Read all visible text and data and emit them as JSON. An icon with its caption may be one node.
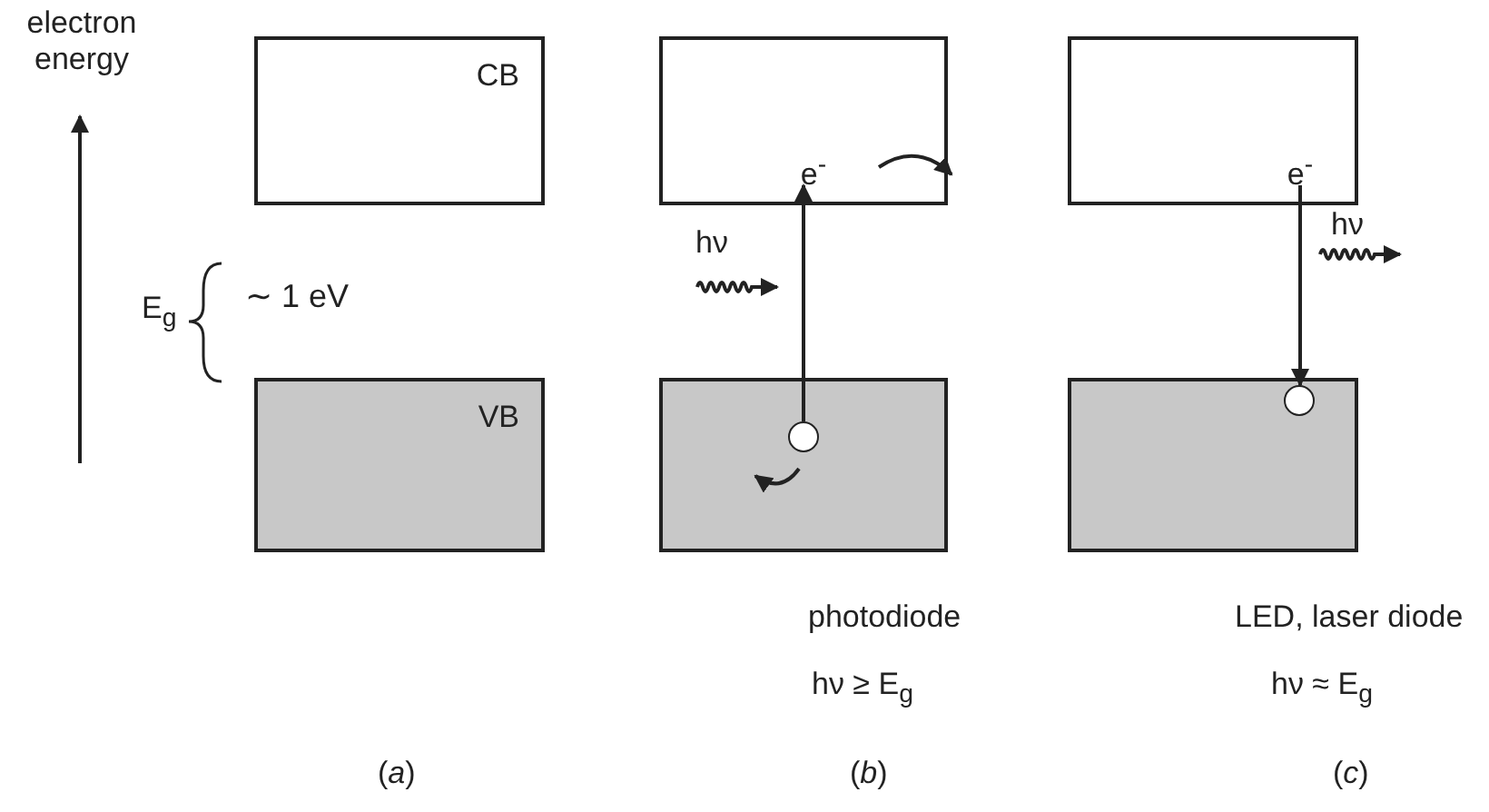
{
  "diagram": {
    "nodes": [
      {
        "text": [
          "CB"
        ]
      },
      {
        "text": [
          "VB"
        ]
      },
      {
        "text": [],
        "shape": "box"
      },
      {
        "text": [],
        "shape": "box"
      },
      {
        "text": [
          "e$^{-}$"
        ],
        "in": 2
      },
      {
        "text": [],
        "shape": "circle",
        "in": 3
      },
      {
        "text": [],
        "shape": "box"
      },
      {
        "text": [],
        "shape": "box"
      },
      {
        "text": [
          "e$^{-}$"
        ],
        "in": 6
      },
      {
        "text": [],
        "shape": "circle",
        "in": 7
      }
    ],
    "edges": [
      {
        "from": 5,
        "to": 4,
        "arrow": "to"
      },
      {
        "from": 8,
        "to": 9,
        "arrow": "to"
      }
    ],
    "labels": [
      "electron energy",
      "E$_{g}$",
      "∼ 1 eV",
      "hν",
      "hν",
      "photodiode",
      "LED, laser diode",
      "hν ≥ E$_{g}$",
      "hν ≈ E$_{g}$",
      "(*a*)",
      "(*b*)",
      "(*c*)"
    ]
  }
}
